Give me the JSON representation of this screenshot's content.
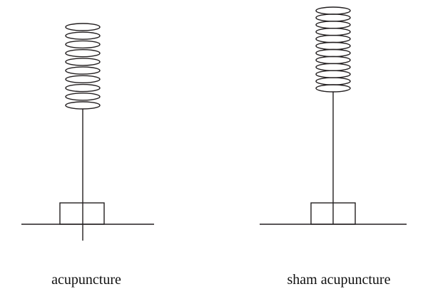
{
  "panels": [
    {
      "caption": "acupuncture",
      "coils": 10,
      "needle_penetrates_skin": true
    },
    {
      "caption": "sham acupuncture",
      "coils": 12,
      "needle_penetrates_skin": false
    }
  ],
  "colors": {
    "stroke": "#231f20",
    "background": "#ffffff"
  }
}
